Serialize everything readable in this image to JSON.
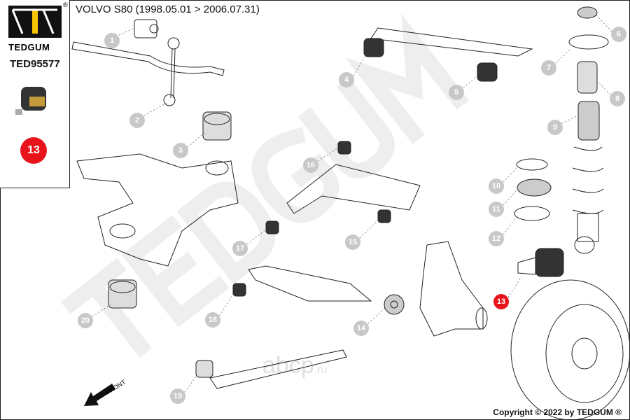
{
  "header": {
    "title": "VOLVO S80 (1998.05.01 > 2006.07.31)"
  },
  "sidebar": {
    "brand": "TEDGUM",
    "registered": "®",
    "part_number": "TED95577",
    "selected_callout": "13"
  },
  "watermark": {
    "text": "TEDGUM",
    "site": "abcp",
    "site_suffix": ".ru"
  },
  "direction_label": "FRONT",
  "copyright": "Copyright © 2022 by TEDGUM ®",
  "callouts": [
    "1",
    "2",
    "3",
    "4",
    "5",
    "6",
    "7",
    "8",
    "9",
    "10",
    "11",
    "12",
    "13",
    "14",
    "15",
    "16",
    "17",
    "18",
    "19",
    "20"
  ],
  "colors": {
    "highlight": "#e8141b",
    "callout": "#c8c8c8",
    "logo_yellow": "#f5c400"
  }
}
